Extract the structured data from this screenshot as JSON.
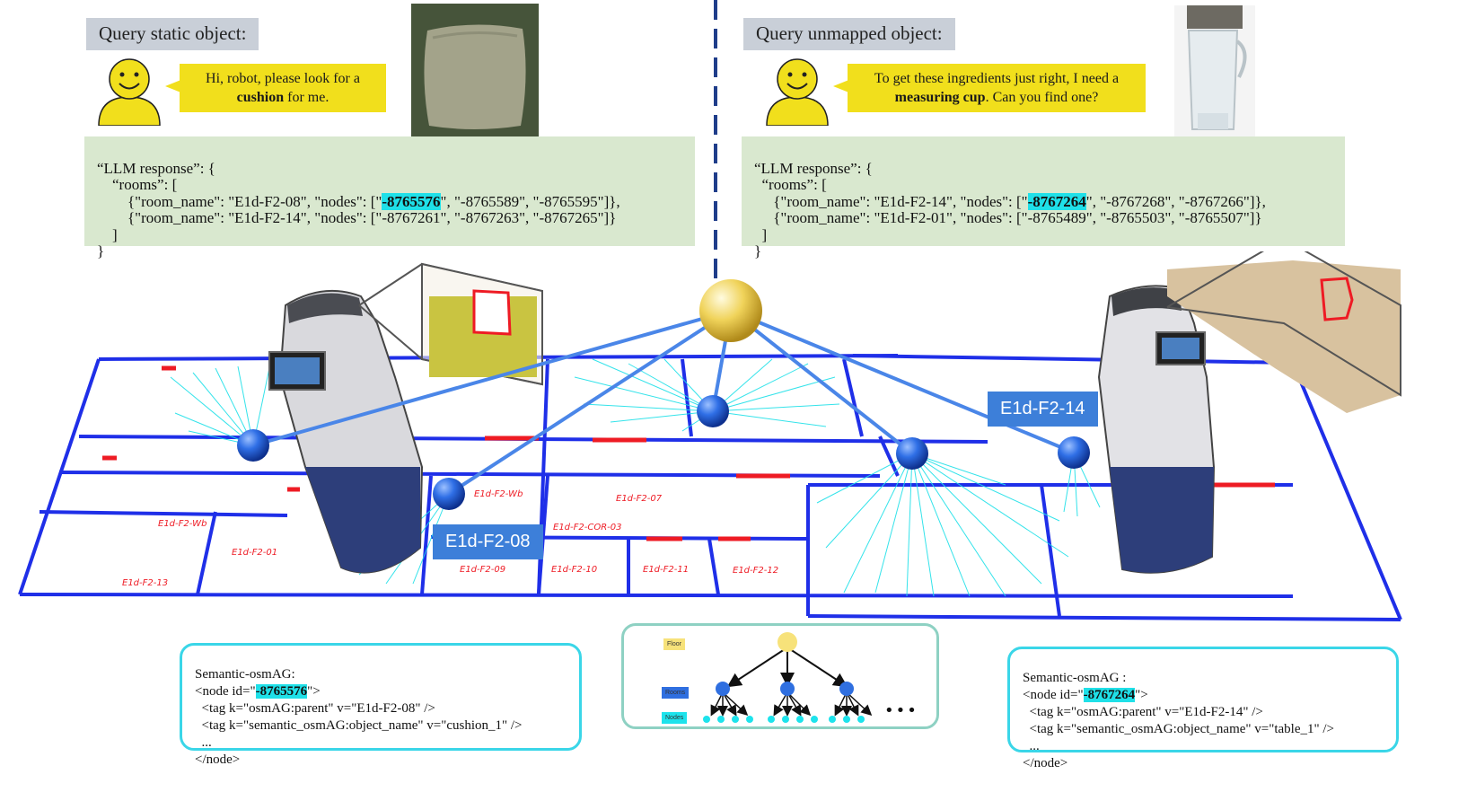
{
  "left": {
    "query_label": "Query static object:",
    "speech_pre": "Hi, robot, please look for a",
    "speech_bold": "cushion",
    "speech_post": "for me.",
    "llm": {
      "line1": "“LLM response”: {",
      "line2": "    “rooms”: [",
      "row1_pre": "        {\"room_name\": \"E1d-F2-08\", \"nodes\": [\"",
      "row1_hl": "-8765576",
      "row1_post": "\", \"-8765589\", \"-8765595\"]},",
      "row2": "        {\"room_name\": \"E1d-F2-14\", \"nodes\": [\"-8767261\", \"-8767263\", \"-8767265\"]}",
      "line5": "    ]",
      "line6": "}"
    },
    "room_tag": "E1d-F2-08",
    "osm": {
      "title": "Semantic-osmAG:",
      "node_pre": "<node id=\"",
      "node_id": "-8765576",
      "node_post": "\">",
      "tag1": "  <tag k=\"osmAG:parent\" v=\"E1d-F2-08\" />",
      "tag2": "  <tag k=\"semantic_osmAG:object_name\" v=\"cushion_1\" />",
      "dots": "  ...",
      "close": "</node>"
    }
  },
  "right": {
    "query_label": "Query unmapped object:",
    "speech_line1": "To get these ingredients just right, I need a",
    "speech_bold": "measuring cup",
    "speech_post": ". Can you find one?",
    "llm": {
      "line1": "“LLM response”: {",
      "line2": "  “rooms”: [",
      "row1_pre": "     {\"room_name\": \"E1d-F2-14\", \"nodes\": [\"",
      "row1_hl": "-8767264",
      "row1_post": "\", \"-8767268\", \"-8767266\"]},",
      "row2": "     {\"room_name\": \"E1d-F2-01\", \"nodes\": [\"-8765489\", \"-8765503\", \"-8765507\"]}",
      "line5": "  ]",
      "line6": "}"
    },
    "room_tag": "E1d-F2-14",
    "osm": {
      "title": "Semantic-osmAG :",
      "node_pre": "<node id=\"",
      "node_id": "-8767264",
      "node_post": "\">",
      "tag1": "  <tag k=\"osmAG:parent\" v=\"E1d-F2-14\" />",
      "tag2": "  <tag k=\"semantic_osmAG:object_name\" v=\"table_1\" />",
      "dots": "  ...",
      "close": "</node>"
    }
  },
  "legend": {
    "floor": "Floor",
    "rooms": "Rooms",
    "nodes": "Nodes",
    "ellipsis": "•••",
    "colors": {
      "floor": "#f7e27a",
      "rooms": "#2f6fe0",
      "nodes": "#1de3ec"
    }
  },
  "map_labels": [
    "E1d-F2-Wb",
    "E1d-F2-07",
    "E1d-F2-COR-03",
    "E1d-F2-09",
    "E1d-F2-10",
    "E1d-F2-11",
    "E1d-F2-12",
    "E1d-F2-Wb",
    "E1d-F2-01",
    "E1d-F2-13"
  ],
  "colors": {
    "wall": "#1f2fe8",
    "door": "#ee1b24",
    "ray": "#1fe0e8",
    "graph_edge": "#4a86e8",
    "node": "#2d6ae0",
    "floor_node": "#f0d35a"
  }
}
